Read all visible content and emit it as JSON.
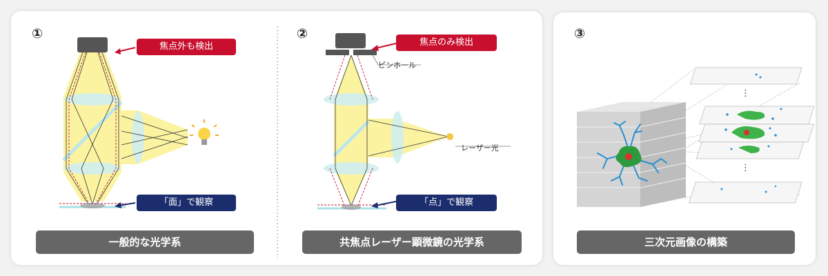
{
  "panel1": {
    "number": "①",
    "detect_label": "焦点外も検出",
    "observe_label": "「面」で観察",
    "caption": "一般的な光学系"
  },
  "panel2": {
    "number": "②",
    "detect_label": "焦点のみ検出",
    "pinhole_label": "ピンホール",
    "laser_label": "レーザー光",
    "observe_label": "「点」で観察",
    "caption": "共焦点レーザー顕微鏡の光学系"
  },
  "panel3": {
    "number": "③",
    "caption": "三次元画像の構築",
    "dots": "⋮"
  },
  "colors": {
    "beam": "#fbf3a0",
    "lens": "#cfeef0",
    "red": "#c8102e",
    "navy": "#1c2d6e",
    "caption_bg": "#666666",
    "cell_green": "#3db34a",
    "cell_red": "#e0302e",
    "dendrite_blue": "#2b8fd0"
  }
}
